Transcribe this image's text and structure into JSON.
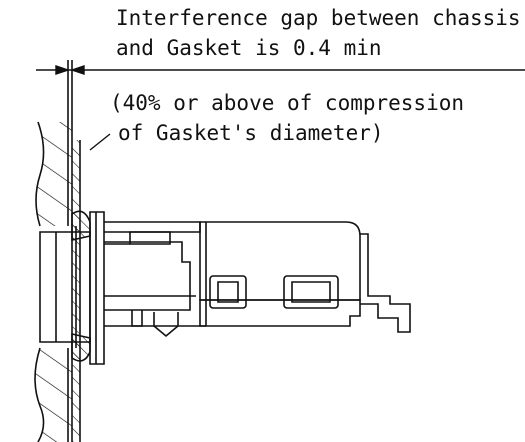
{
  "notes": {
    "gap_line1": "Interference gap between chassis",
    "gap_line2": "and Gasket is 0.4 min",
    "compression_line1": "(40% or above of compression",
    "compression_line2": "of Gasket's diameter)"
  },
  "colors": {
    "line": "#111111",
    "background": "#ffffff"
  }
}
